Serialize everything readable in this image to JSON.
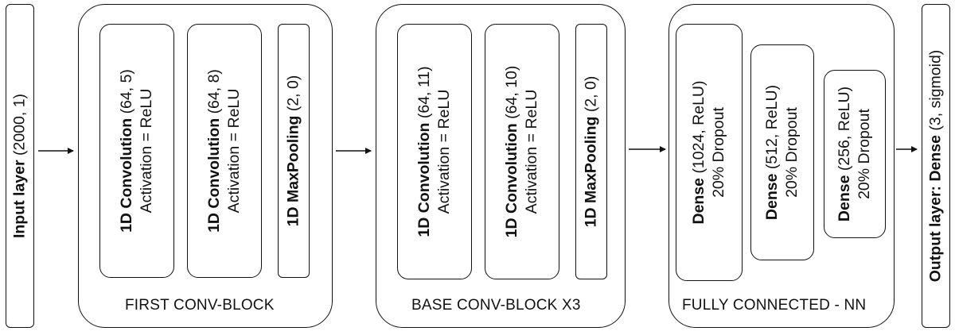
{
  "input_layer": {
    "bold": "Input layer",
    "rest": " (2000, 1)"
  },
  "first_block": {
    "caption": "FIRST CONV-BLOCK",
    "layers": [
      {
        "bold": "1D Convolution",
        "rest": " (64, 5)",
        "line2": "Activation = ReLU"
      },
      {
        "bold": "1D Convolution",
        "rest": " (64, 8)",
        "line2": "Activation = ReLU"
      },
      {
        "bold": "1D MaxPooling",
        "rest": " (2, 0)"
      }
    ]
  },
  "base_block": {
    "caption": "BASE CONV-BLOCK X3",
    "layers": [
      {
        "bold": "1D Convolution",
        "rest": " (64, 11)",
        "line2": "Activation = ReLU"
      },
      {
        "bold": "1D Convolution",
        "rest": " (64, 10)",
        "line2": "Activation = ReLU"
      },
      {
        "bold": "1D MaxPooling",
        "rest": " (2, 0)"
      }
    ]
  },
  "fc_block": {
    "caption": "FULLY CONNECTED - NN",
    "layers": [
      {
        "bold": "Dense",
        "rest": " (1024, ReLU)",
        "line2": "20% Dropout"
      },
      {
        "bold": "Dense",
        "rest": " (512, ReLU)",
        "line2": "20% Dropout"
      },
      {
        "bold": "Dense",
        "rest": " (256, ReLU)",
        "line2": "20% Dropout"
      }
    ]
  },
  "output_layer": {
    "bold": "Output layer: Dense",
    "rest": " (3, sigmoid)"
  }
}
